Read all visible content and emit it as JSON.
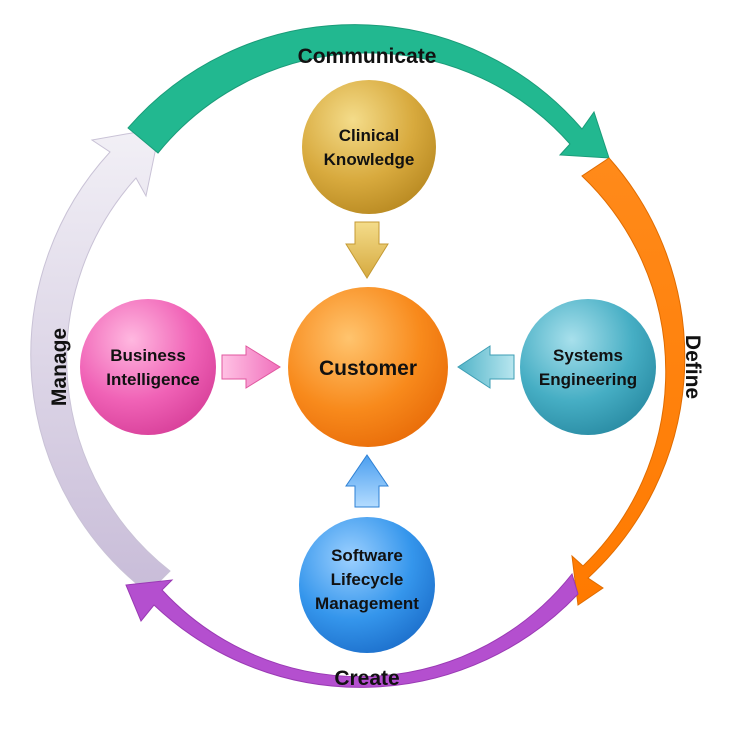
{
  "cycle": {
    "communicate": "Communicate",
    "define": "Define",
    "create": "Create",
    "manage": "Manage"
  },
  "center": {
    "label": "Customer"
  },
  "nodes": {
    "clinical": {
      "line1": "Clinical",
      "line2": "Knowledge"
    },
    "business": {
      "line1": "Business",
      "line2": "Intelligence"
    },
    "systems": {
      "line1": "Systems",
      "line2": "Engineering"
    },
    "software": {
      "line1": "Software",
      "line2": "Lifecycle",
      "line3": "Management"
    }
  },
  "colors": {
    "communicate": "#22b890",
    "define": "#ff7f0e",
    "create": "#b44fcf",
    "manage": "#dcd6e6",
    "clinical": "#cfa43a",
    "business": "#f05ab0",
    "systems": "#3aa6bd",
    "software": "#2f8de4",
    "customer": "#f78b1e"
  }
}
